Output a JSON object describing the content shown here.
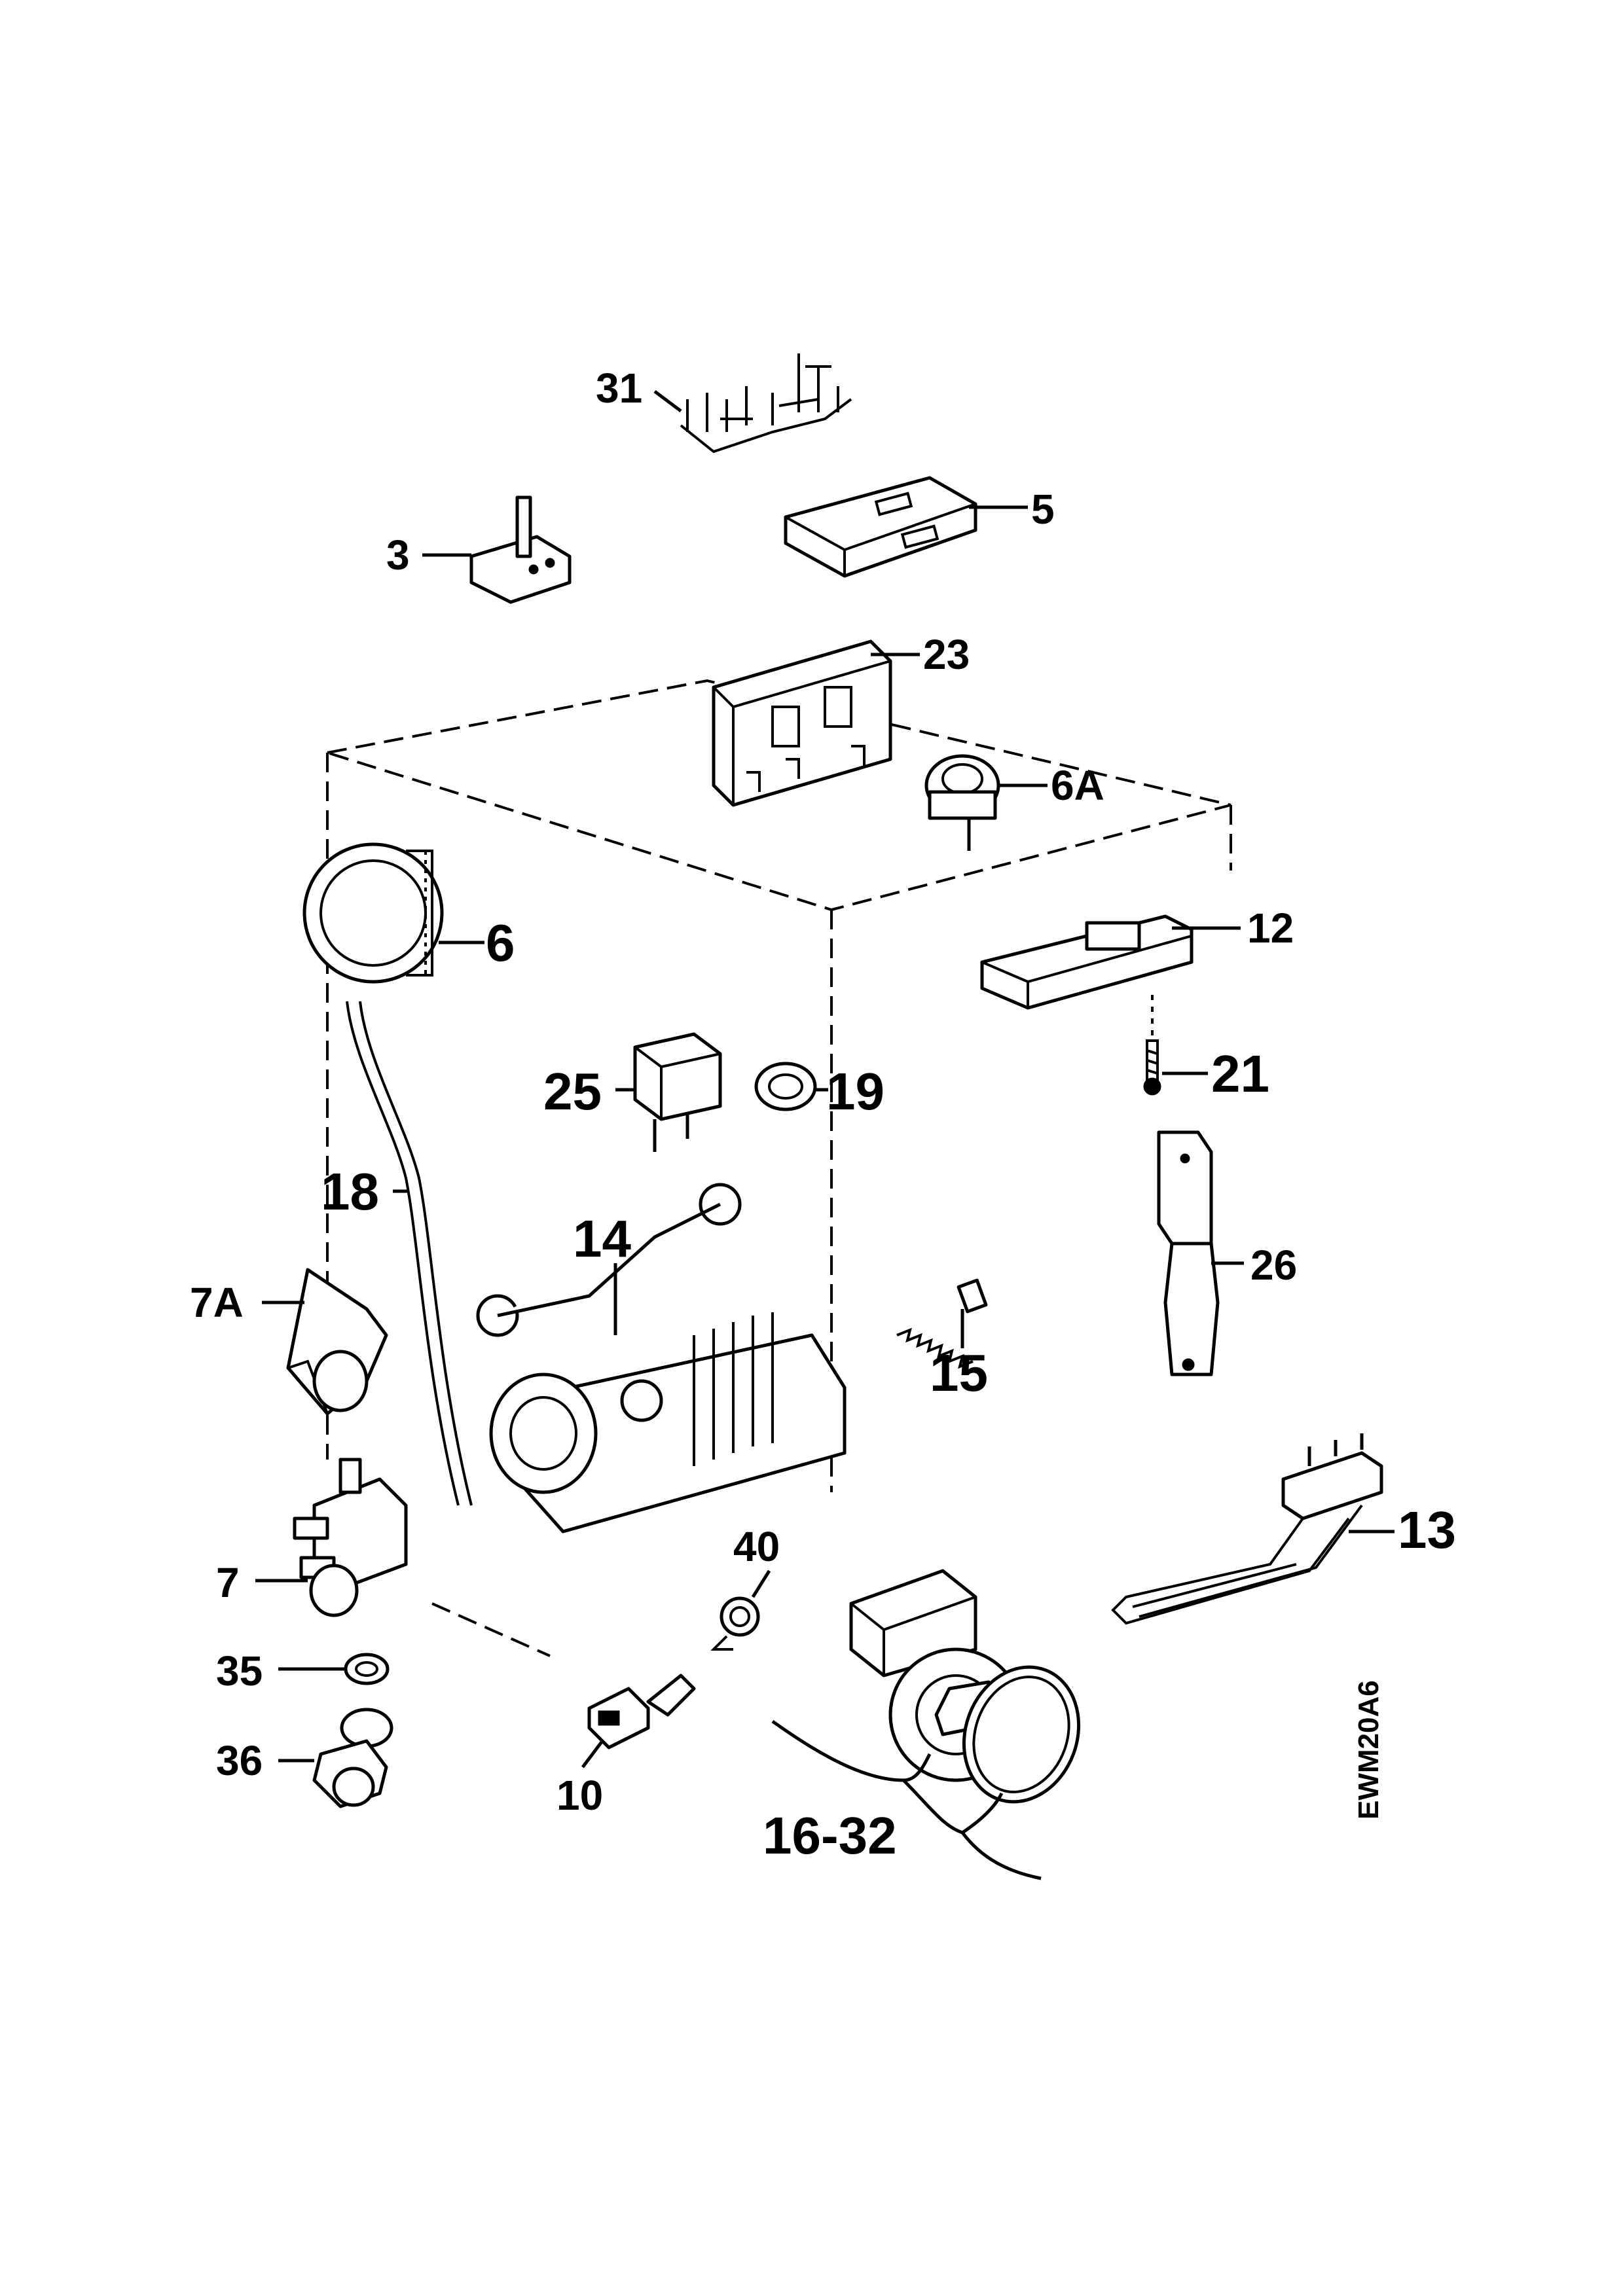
{
  "diagram": {
    "reference_code": "EWM20A6",
    "labels": {
      "p31": "31",
      "p5": "5",
      "p3": "3",
      "p23": "23",
      "p6A": "6A",
      "p6": "6",
      "p12": "12",
      "p21": "21",
      "p25": "25",
      "p19": "19",
      "p18": "18",
      "p14": "14",
      "p26": "26",
      "p7A": "7A",
      "p15": "15",
      "p13": "13",
      "p7": "7",
      "p40": "40",
      "p35": "35",
      "p10": "10",
      "p36": "36",
      "p16_32": "16-32"
    }
  }
}
